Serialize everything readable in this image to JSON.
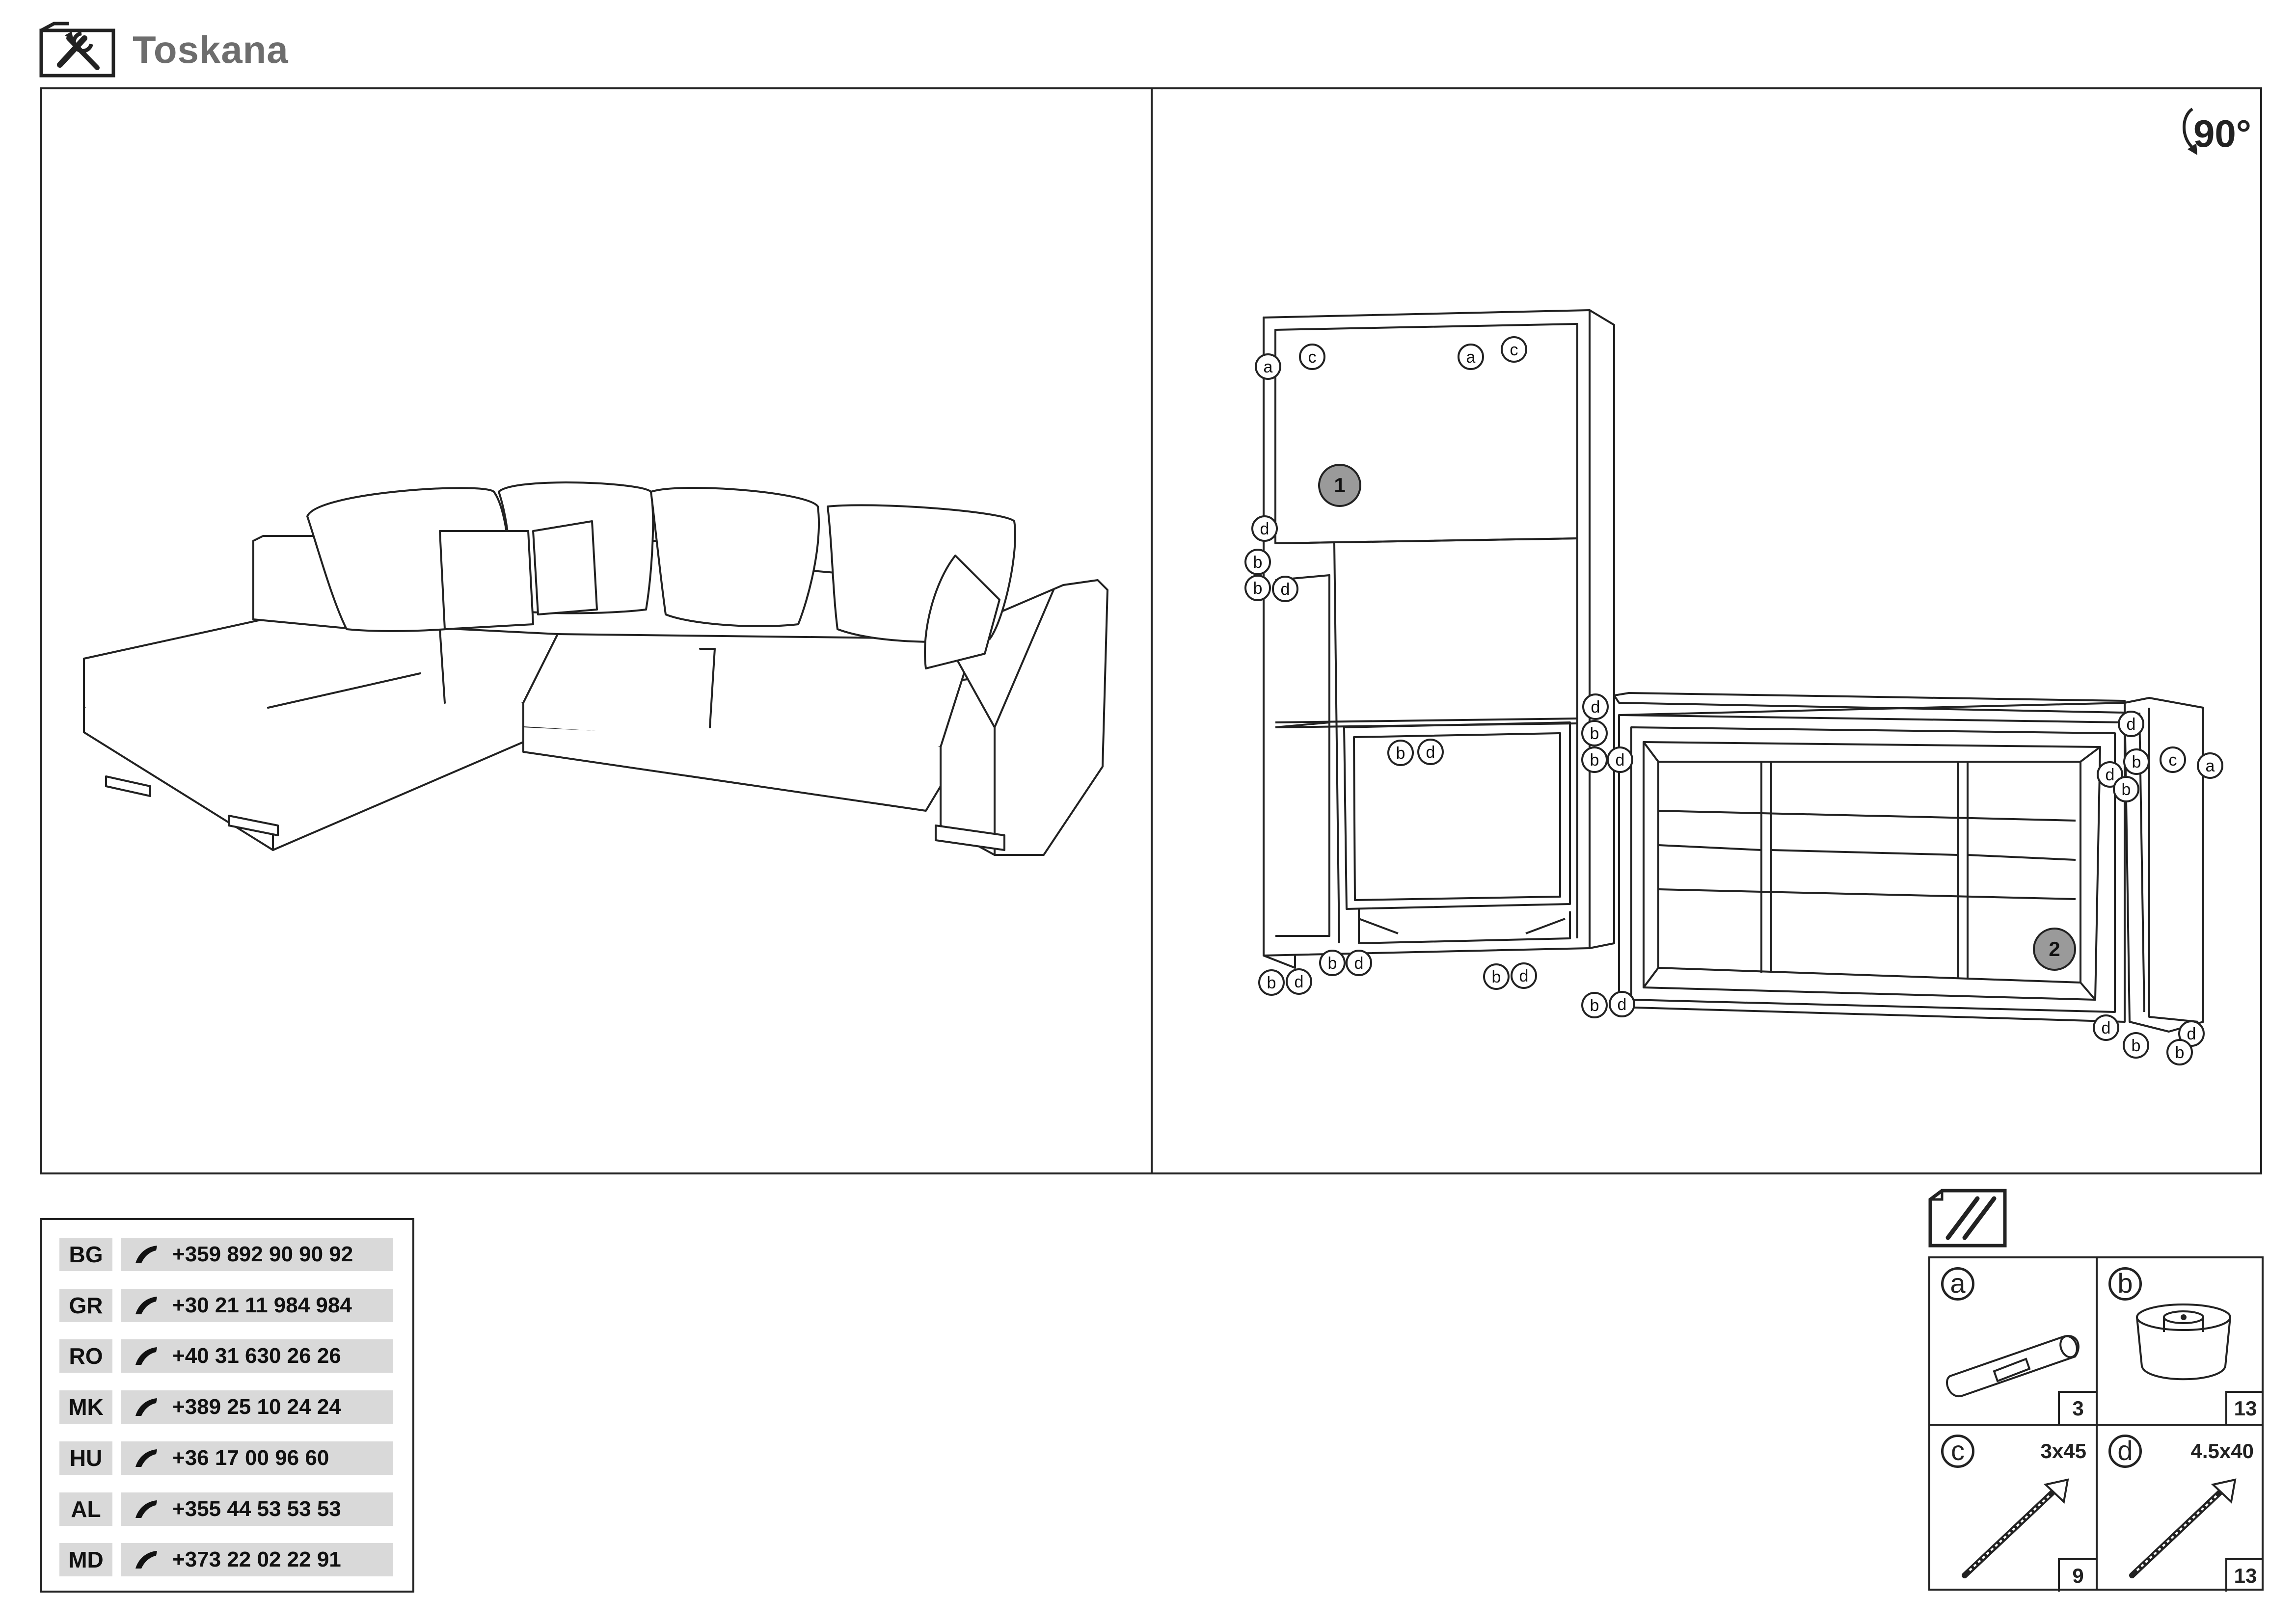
{
  "header": {
    "title": "Toskana",
    "icon": "tools-icon"
  },
  "rotate_badge": {
    "label": "90°"
  },
  "assembly": {
    "part_numbers": [
      "1",
      "2"
    ],
    "hardware_callouts": [
      "a",
      "b",
      "c",
      "d"
    ]
  },
  "contacts": [
    {
      "code": "BG",
      "phone": "+359 892 90 90 92"
    },
    {
      "code": "GR",
      "phone": "+30 21 11 984 984"
    },
    {
      "code": "RO",
      "phone": "+40 31 630 26 26"
    },
    {
      "code": "MK",
      "phone": "+389 25 10 24 24"
    },
    {
      "code": "HU",
      "phone": "+36 17 00 96 60"
    },
    {
      "code": "AL",
      "phone": "+355 44 53 53 53"
    },
    {
      "code": "MD",
      "phone": "+373 22 02 22 91"
    }
  ],
  "hardware": {
    "icon": "hardware-bag-icon",
    "items": [
      {
        "letter": "a",
        "size": "",
        "count": "3",
        "icon": "connector-icon"
      },
      {
        "letter": "b",
        "size": "",
        "count": "13",
        "icon": "foot-icon"
      },
      {
        "letter": "c",
        "size": "3x45",
        "count": "9",
        "icon": "screw-icon"
      },
      {
        "letter": "d",
        "size": "4.5x40",
        "count": "13",
        "icon": "screw-icon"
      }
    ]
  }
}
